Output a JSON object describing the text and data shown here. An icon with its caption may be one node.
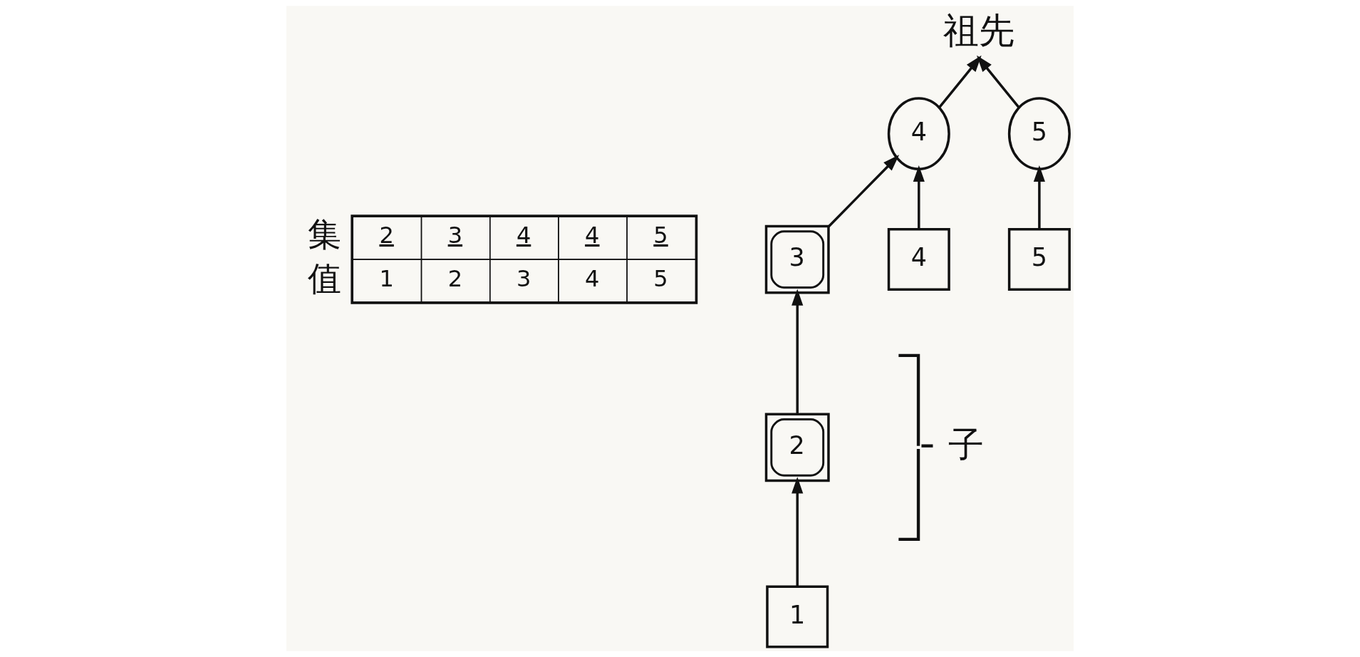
{
  "diagram": {
    "nodes": [
      {
        "text": [
          "祖先"
        ]
      },
      {
        "text": [
          "4"
        ]
      },
      {
        "text": [
          "5"
        ]
      },
      {
        "text": [
          "3"
        ]
      },
      {
        "text": [
          "4"
        ]
      },
      {
        "text": [
          "5"
        ]
      },
      {
        "text": [
          "2"
        ]
      },
      {
        "text": [
          "1"
        ]
      }
    ],
    "edges": [
      {
        "from": 7,
        "to": 6,
        "arrow": "to"
      },
      {
        "from": 6,
        "to": 3,
        "arrow": "to"
      },
      {
        "from": 3,
        "to": 1,
        "arrow": "to"
      },
      {
        "from": 4,
        "to": 1,
        "arrow": "to"
      },
      {
        "from": 5,
        "to": 2,
        "arrow": "to"
      },
      {
        "from": 1,
        "to": 0,
        "arrow": "to"
      },
      {
        "from": 2,
        "to": 0,
        "arrow": "to"
      }
    ],
    "labels": [
      "集",
      "2",
      "3",
      "4",
      "4",
      "5",
      "值",
      "1",
      "2",
      "3",
      "4",
      "5",
      "子"
    ]
  }
}
